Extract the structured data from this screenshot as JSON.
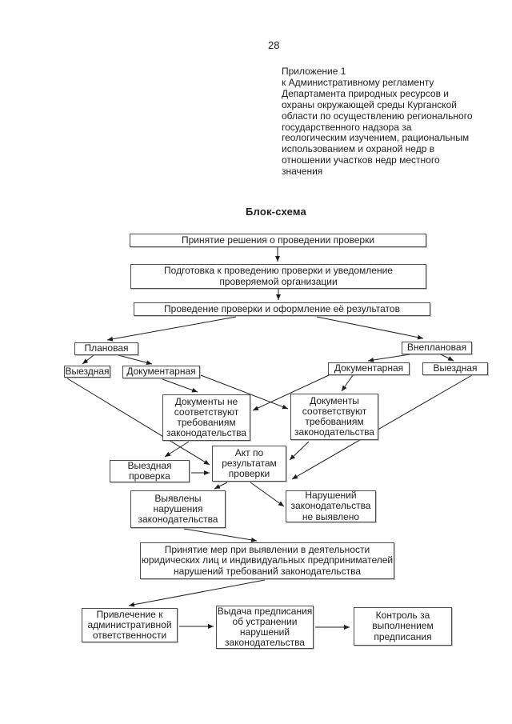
{
  "page_number": "28",
  "appendix_note": "Приложение 1\nк Административному регламенту\nДепартамента природных ресурсов и\nохраны окружающей среды Курганской\nобласти по осуществлению регионального\nгосударственного надзора за\nгеологическим изучением, рациональным\nиспользованием и охраной недр в\nотношении участков недр местного\nзначения",
  "diagram_title": "Блок-схема",
  "colors": {
    "ink": "#1d1d1d",
    "box_border": "#4d4d4d",
    "background": "#ffffff"
  },
  "flowchart": {
    "nodes": [
      {
        "id": "decision",
        "label": "Принятие решения о проведении проверки"
      },
      {
        "id": "preparation",
        "label": "Подготовка к проведению проверки и уведомление\nпроверяемой организации"
      },
      {
        "id": "conduct",
        "label": "Проведение проверки и оформление её результатов"
      },
      {
        "id": "planned",
        "label": "Плановая"
      },
      {
        "id": "unplanned",
        "label": "Внеплановая"
      },
      {
        "id": "onsite-planned",
        "label": "Выездная"
      },
      {
        "id": "documentary-planned",
        "label": "Документарная"
      },
      {
        "id": "documentary-unplanned",
        "label": "Документарная"
      },
      {
        "id": "onsite-unplanned",
        "label": "Выездная"
      },
      {
        "id": "docs-noncompliant",
        "label": "Документы не\nсоответствуют\nтребованиям\nзаконодательства"
      },
      {
        "id": "docs-compliant",
        "label": "Документы\nсоответствуют\nтребованиям\nзаконодательства"
      },
      {
        "id": "onsite-inspection",
        "label": "Выездная\nпроверка"
      },
      {
        "id": "inspection-act",
        "label": "Акт по\nрезультатам\nпроверки"
      },
      {
        "id": "violations-found",
        "label": "Выявлены\nнарушения\nзаконодательства"
      },
      {
        "id": "no-violations",
        "label": "Нарушений\nзаконодательства\nне выявлено"
      },
      {
        "id": "measures",
        "label": "Принятие мер при выявлении в деятельности\nюридических лиц и индивидуальных предпринимателей\nнарушений требований законодательства"
      },
      {
        "id": "administrative-liability",
        "label": "Привлечение к\nадминистративной\nответственности"
      },
      {
        "id": "order-issuance",
        "label": "Выдача предписания\nоб устранении\nнарушений\nзаконодательства"
      },
      {
        "id": "order-control",
        "label": "Контроль за\nвыполнением\nпредписания"
      }
    ],
    "edges": [
      {
        "from": "decision",
        "to": "preparation"
      },
      {
        "from": "preparation",
        "to": "conduct"
      },
      {
        "from": "conduct",
        "to": "planned"
      },
      {
        "from": "conduct",
        "to": "unplanned"
      },
      {
        "from": "planned",
        "to": "onsite-planned"
      },
      {
        "from": "planned",
        "to": "documentary-planned"
      },
      {
        "from": "unplanned",
        "to": "documentary-unplanned"
      },
      {
        "from": "unplanned",
        "to": "onsite-unplanned"
      },
      {
        "from": "documentary-planned",
        "to": "docs-noncompliant"
      },
      {
        "from": "documentary-planned",
        "to": "docs-compliant"
      },
      {
        "from": "documentary-unplanned",
        "to": "docs-compliant"
      },
      {
        "from": "documentary-unplanned",
        "to": "docs-noncompliant"
      },
      {
        "from": "onsite-planned",
        "to": "inspection-act"
      },
      {
        "from": "onsite-unplanned",
        "to": "inspection-act"
      },
      {
        "from": "docs-noncompliant",
        "to": "onsite-inspection"
      },
      {
        "from": "docs-compliant",
        "to": "inspection-act"
      },
      {
        "from": "onsite-inspection",
        "to": "inspection-act"
      },
      {
        "from": "inspection-act",
        "to": "violations-found"
      },
      {
        "from": "inspection-act",
        "to": "no-violations"
      },
      {
        "from": "violations-found",
        "to": "measures"
      },
      {
        "from": "measures",
        "to": "administrative-liability"
      },
      {
        "from": "administrative-liability",
        "to": "order-issuance"
      },
      {
        "from": "order-issuance",
        "to": "order-control"
      }
    ]
  }
}
